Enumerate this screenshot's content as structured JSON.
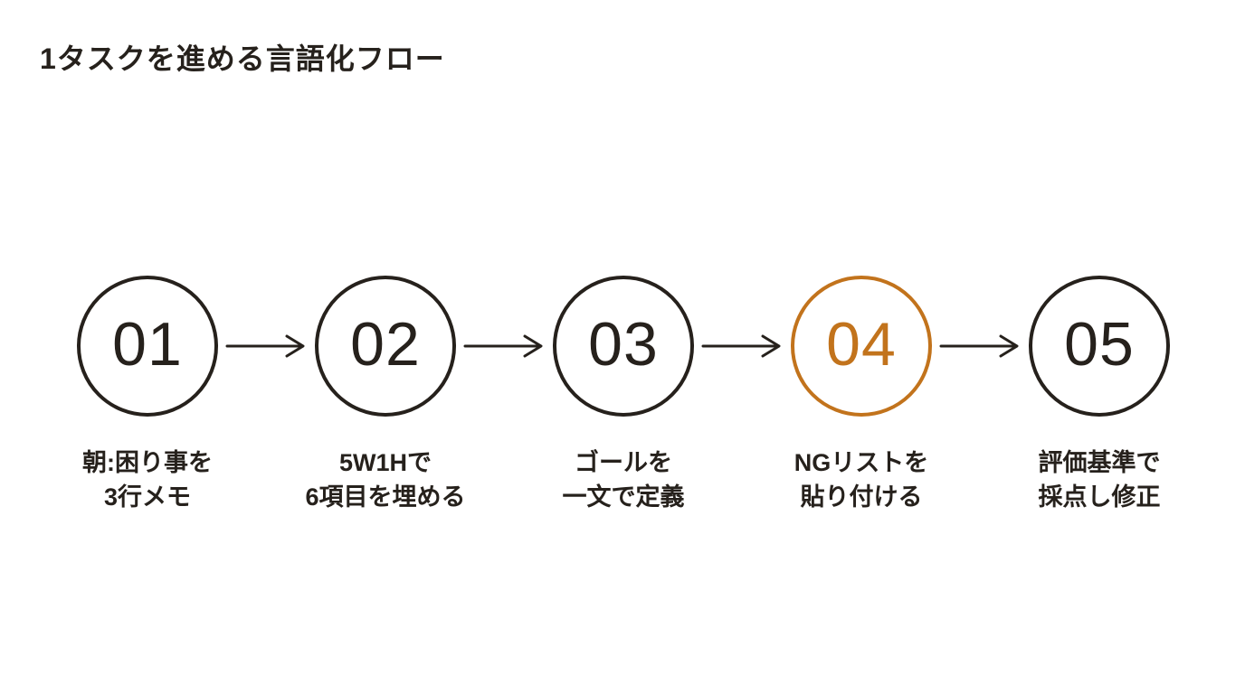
{
  "title": "1タスクを進める言語化フロー",
  "colors": {
    "ink": "#26211c",
    "accent_orange": "#c2731c",
    "background": "#ffffff"
  },
  "flow": {
    "type": "horizontal-step-flow",
    "steps": [
      {
        "number": "01",
        "label": "朝:困り事を\n3行メモ",
        "highlighted": false
      },
      {
        "number": "02",
        "label": "5W1Hで\n6項目を埋める",
        "highlighted": false
      },
      {
        "number": "03",
        "label": "ゴールを\n一文で定義",
        "highlighted": false
      },
      {
        "number": "04",
        "label": "NGリストを\n貼り付ける",
        "highlighted": true
      },
      {
        "number": "05",
        "label": "評価基準で\n採点し修正",
        "highlighted": false
      }
    ]
  }
}
